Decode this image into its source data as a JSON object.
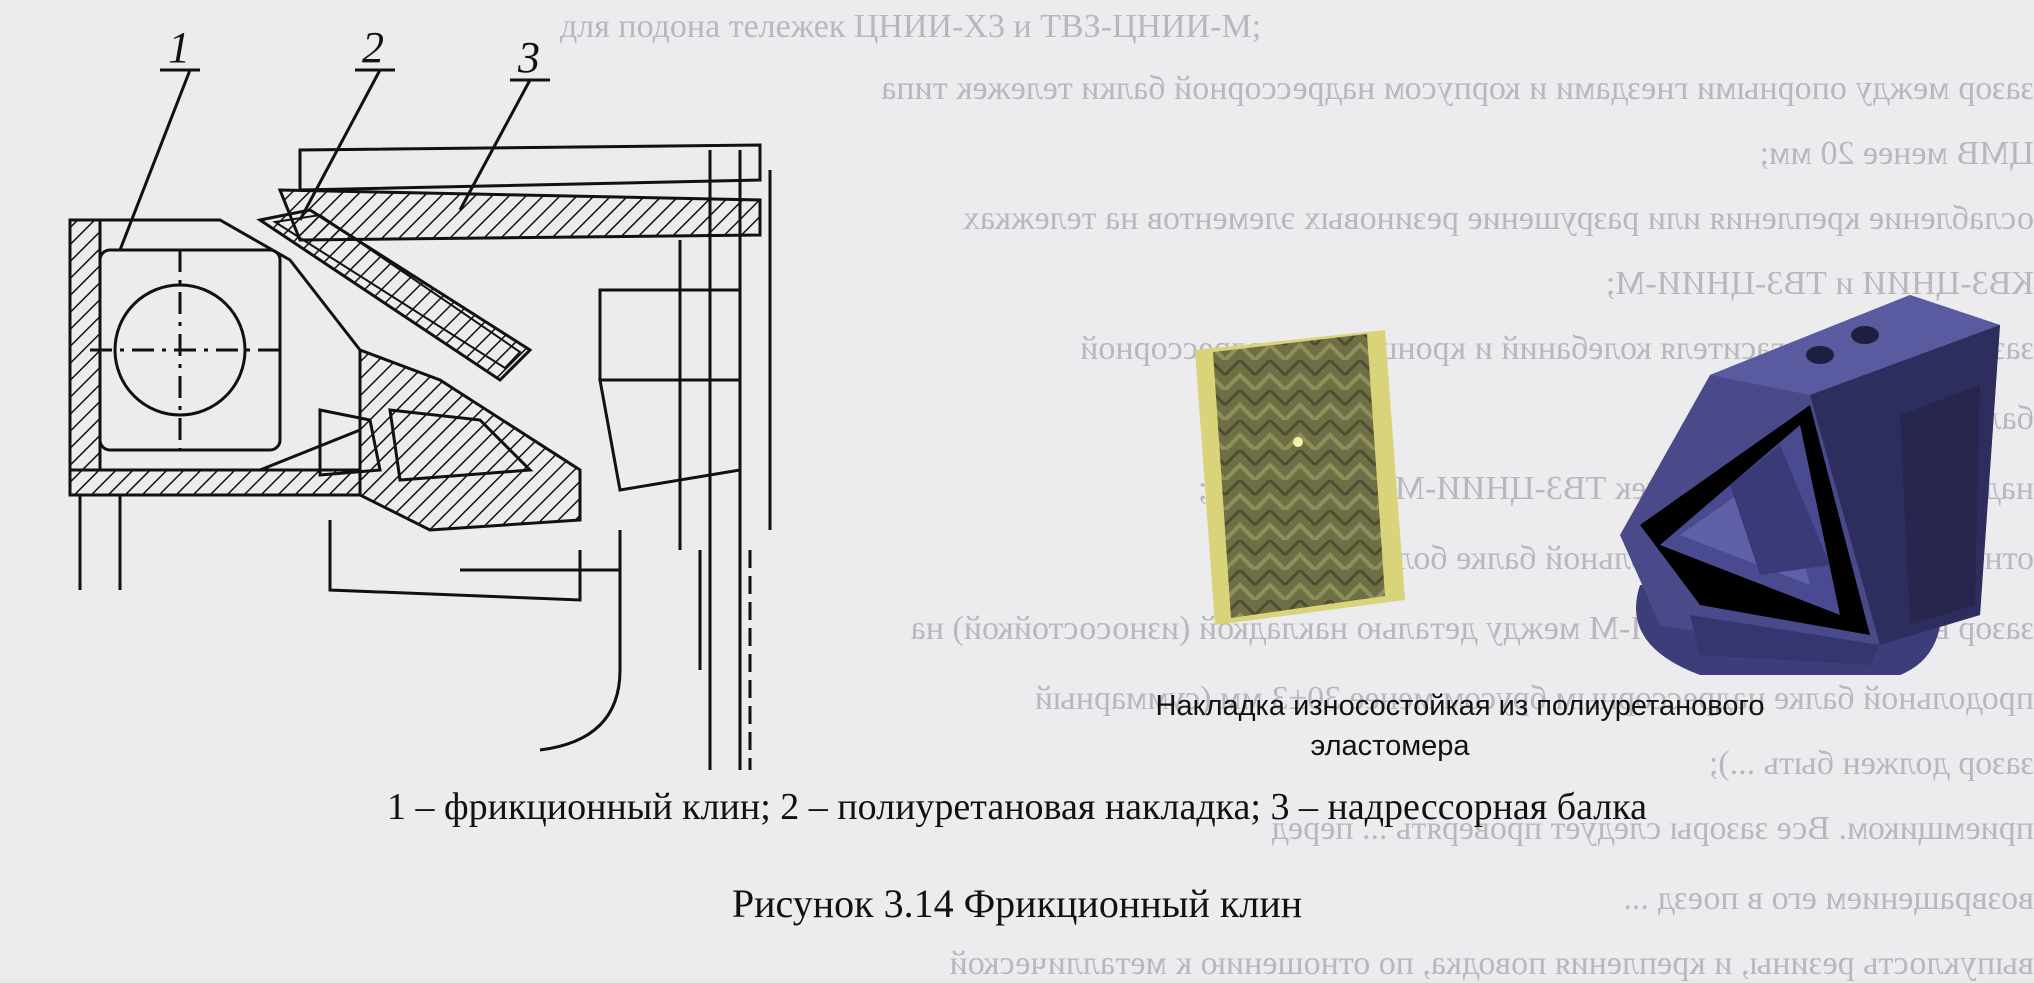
{
  "figure": {
    "callout_numbers": [
      "1",
      "2",
      "3"
    ],
    "photo_label_line1": "Накладка износостойкая из полиуретанового",
    "photo_label_line2": "эластомера",
    "legend": "1 – фрикционный клин; 2 – полиуретановая накладка; 3 – надрессорная балка",
    "caption": "Рисунок 3.14 Фрикционный клин"
  },
  "bleed_through_text": [
    "для подона тележек ЦНИИ-Х3 и ТВЗ-ЦНИИ-М;",
    "зазор между опорными гнездами и корпусом надрессорной балки тележек типа",
    "ЦМВ менее 20 мм;",
    "ослабление крепления или разрушение резиновых элементов на тележках",
    "КВЗ-ЦНИИ и ТВЗ-ЦНИИ-М;",
    "зазор в корпусах гасителя колебаний и кронштейна надрессорной",
    "балки;",
    "надрессорной балки тележек ТВЗ-ЦНИИ-М менее 20 мм;",
    "относящихся к одной продольной балке болсов;",
    "зазор в тележке ТВЗ-ЦНИИ-М между деталью накладкой (износостойкой) на",
    "продольной балке надрессорным брусом менее 30±3 мм (суммарный",
    "зазор должен быть ...);",
    "приемщиком. Все зазоры следует проверять ... перед",
    "возвращением его в поезд ...",
    "выпуклость резины, и крепления поводка, по отношению к металлической"
  ],
  "colors": {
    "ink": "#111111",
    "paper": "#ececef",
    "wedge_body": "#4a4a8a",
    "pad_yellow": "#d9d47a",
    "pad_olive": "#6f6f46"
  }
}
